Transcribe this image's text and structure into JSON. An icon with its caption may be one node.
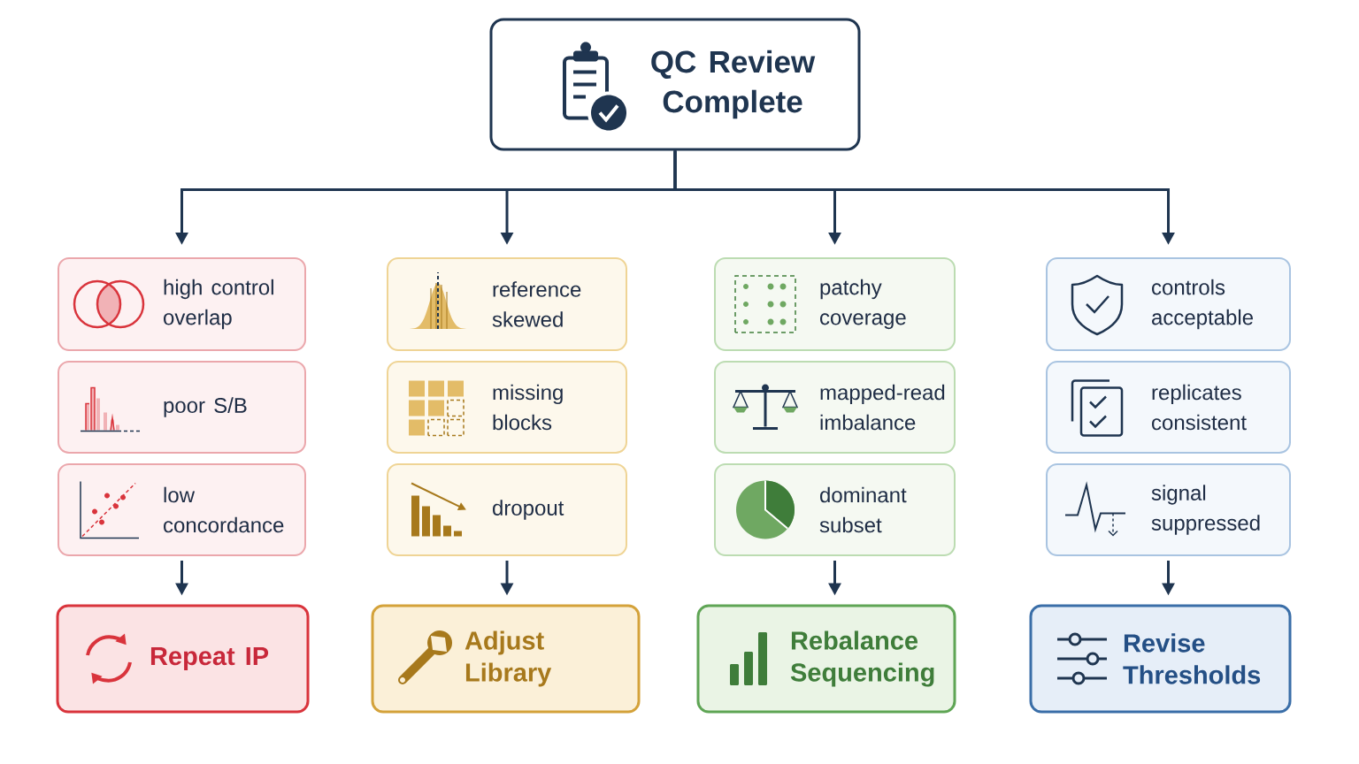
{
  "diagram": {
    "nodes": [
      {
        "text": [
          "QC Review Complete"
        ]
      },
      {
        "text": [
          "high control overlap"
        ]
      },
      {
        "text": [
          "reference skewed"
        ]
      },
      {
        "text": [
          "patchy coverage"
        ]
      },
      {
        "text": [
          "controls acceptable"
        ]
      },
      {
        "text": [
          "poor S/B"
        ]
      },
      {
        "text": [
          "missing blocks"
        ]
      },
      {
        "text": [
          "mapped-read imbalance"
        ]
      },
      {
        "text": [
          "replicates consistent"
        ]
      },
      {
        "text": [
          "low concordance"
        ]
      },
      {
        "text": [
          "dropout"
        ]
      },
      {
        "text": [
          "dominant subset"
        ]
      },
      {
        "text": [
          "signal suppressed"
        ]
      },
      {
        "text": [
          "Repeat IP"
        ]
      },
      {
        "text": [
          "Adjust Library"
        ]
      },
      {
        "text": [
          "Rebalance Sequencing"
        ]
      },
      {
        "text": [
          "Revise Thresholds"
        ]
      }
    ],
    "edges": [
      {
        "from": 0,
        "to": 1,
        "arrow": "to"
      },
      {
        "from": 0,
        "to": 2,
        "arrow": "to"
      },
      {
        "from": 0,
        "to": 3,
        "arrow": "to"
      },
      {
        "from": 0,
        "to": 4,
        "arrow": "to"
      },
      {
        "from": 9,
        "to": 13,
        "arrow": "to"
      },
      {
        "from": 10,
        "to": 14,
        "arrow": "to"
      },
      {
        "from": 11,
        "to": 15,
        "arrow": "to"
      },
      {
        "from": 12,
        "to": 16,
        "arrow": "to"
      }
    ]
  }
}
